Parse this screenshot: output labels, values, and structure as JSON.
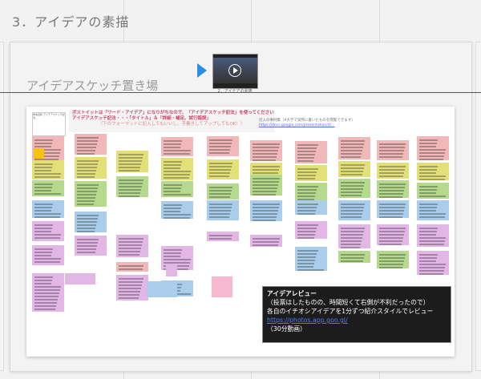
{
  "section_title": "3．アイデアの素描",
  "card": {
    "subtitle": "アイデアスケッチ置き場",
    "video": {
      "icon": "play-icon",
      "caption": "2．アイデアの素描"
    },
    "accent_color": "#2a8ee8"
  },
  "board": {
    "reference_title": "参考資料 アイデアスケッチ記法",
    "instructions": [
      "ポストイットは「ワード・アイデア」になりがちなので、「アイデアスケッチ記法」を使ってください。",
      "アイデアスケッチ記法・・・「タイトル」＆「詳細・補足、試行錯誤」"
    ],
    "instructions_sub": "（下のフォーマットに記入してもいいし、手書きしてアップしてもOK！）",
    "notes_label": "記入の事例集（9大学で実際に書いたものを閲覧できます）",
    "notes_link": "https://docs.google.com/presentation/d/...",
    "sticky_colors": {
      "r": "#f0b8b8",
      "y": "#e3e07a",
      "g": "#b5da8e",
      "b": "#a9cdea",
      "p": "#e2b7e6",
      "k": "#f7b8d0",
      "o": "#f6c20e"
    }
  },
  "callout": {
    "title": "アイデアレビュー",
    "line1": "（投票はしたものの、時間短くて右側が不利だったので）",
    "line2": "各自のイチオシアイデアを1分ずつ紹介スタイルでレビュー",
    "link": "https://photos.app.goo.gl/",
    "note": "（30分動画）"
  }
}
